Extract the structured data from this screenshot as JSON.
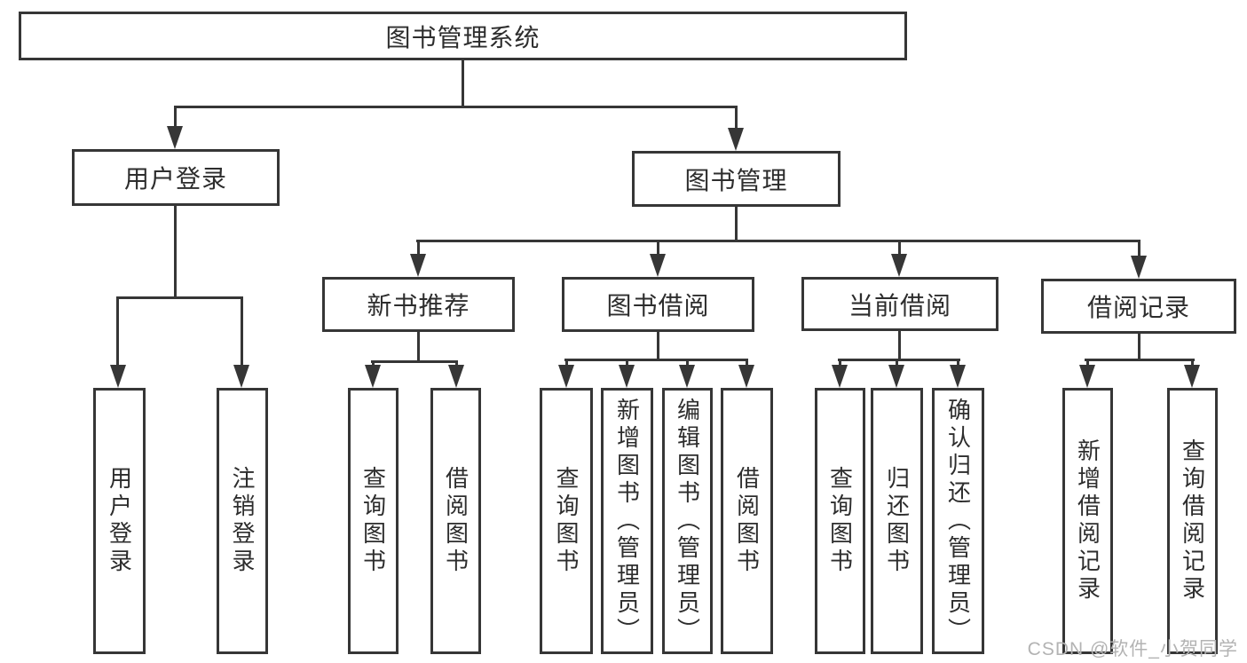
{
  "nodes": {
    "root": "图书管理系统",
    "level2": [
      "用户登录",
      "图书管理"
    ],
    "level3": [
      "新书推荐",
      "图书借阅",
      "当前借阅",
      "借阅记录"
    ],
    "leaves": [
      "用户登录",
      "注销登录",
      "查询图书",
      "借阅图书",
      "查询图书",
      "新增图书（管理员）",
      "编辑图书（管理员）",
      "借阅图书",
      "查询图书",
      "归还图书",
      "确认归还（管理员）",
      "新增借阅记录",
      "查询借阅记录"
    ]
  },
  "watermark": {
    "text": "CSDN @软件_小贺同学"
  },
  "colors": {
    "line": "#363636",
    "text": "#2d2d2d",
    "background": "#ffffff",
    "watermark": "#b3b3b3"
  }
}
